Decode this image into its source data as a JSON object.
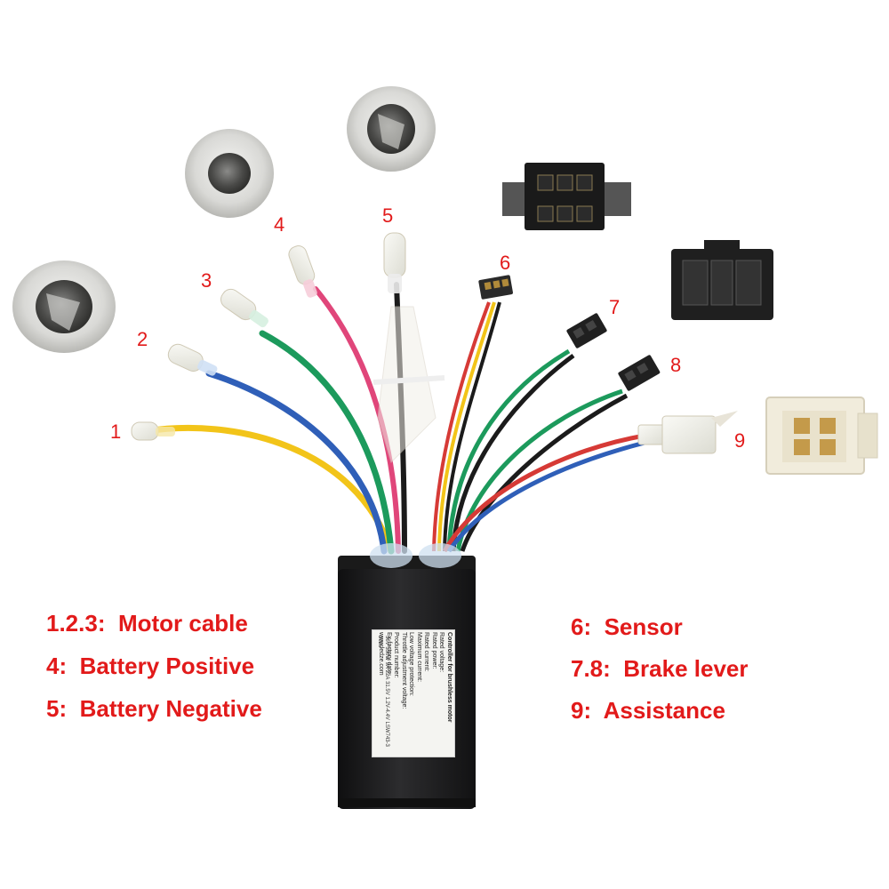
{
  "connector_numbers": [
    "1",
    "2",
    "3",
    "4",
    "5",
    "6",
    "7",
    "8",
    "9"
  ],
  "legend_left": [
    {
      "key": "1.2.3:",
      "text": "Motor cable"
    },
    {
      "key": "4:",
      "text": "Battery Positive"
    },
    {
      "key": "5:",
      "text": "Battery Negative"
    }
  ],
  "legend_right": [
    {
      "key": "6:",
      "text": "Sensor"
    },
    {
      "key": "7.8:",
      "text": "Brake lever"
    },
    {
      "key": "9:",
      "text": "Assistance"
    }
  ],
  "controller_label": {
    "lines": [
      "Controller for brushless motor",
      "Rated voltage:",
      "Rated power:",
      "Rated current:",
      "Maximum current:",
      "Low voltage protection:",
      "Throttle adjustment voltage:",
      "Product number:",
      "Ex-factory date:",
      "www.ledze.com"
    ],
    "values": [
      "36V",
      "350W",
      "9A",
      "22A",
      "31.5V",
      "1.2V-4.4V",
      "LSW743-3",
      "2025"
    ]
  },
  "colors": {
    "label_red": "#e21a1a",
    "wire_yellow": "#f2c419",
    "wire_blue": "#2f5fb8",
    "wire_green": "#1c9a5c",
    "wire_pink": "#e0467a",
    "wire_black": "#1b1b1b",
    "controller_body": "#1e1e20"
  }
}
